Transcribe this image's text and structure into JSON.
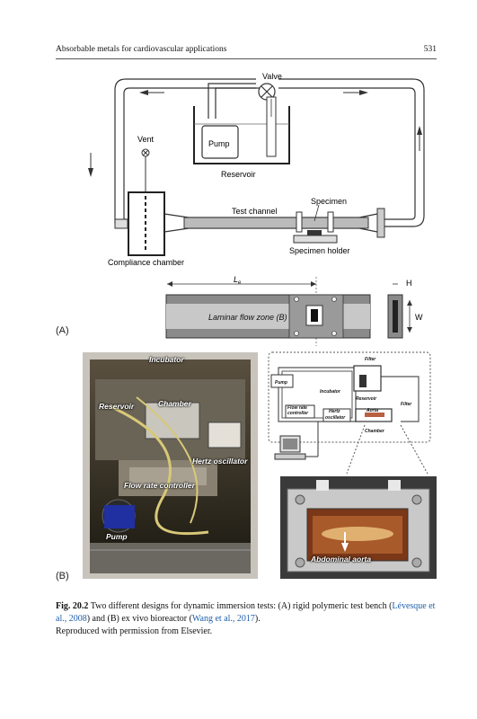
{
  "header": {
    "title": "Absorbable metals for cardiovascular applications",
    "page_number": "531"
  },
  "figure_a": {
    "panel_label": "(A)",
    "labels": {
      "valve": "Valve",
      "vent": "Vent",
      "pump": "Pump",
      "reservoir": "Reservoir",
      "specimen": "Specimen",
      "test_channel": "Test channel",
      "specimen_holder": "Specimen holder",
      "compliance_chamber": "Compliance chamber",
      "le": "L",
      "le_sub": "e",
      "h": "H",
      "w": "W",
      "laminar_flow_zone": "Laminar flow zone (B)"
    }
  },
  "figure_b": {
    "panel_label": "(B)",
    "photo_labels": {
      "incubator": "Incubator",
      "reservoir": "Reservoir",
      "chamber": "Chamber",
      "hertz_oscillator": "Hertz oscillator",
      "flow_rate_controller": "Flow rate controller",
      "pump": "Pump",
      "abdominal_aorta": "Abdominal aorta"
    },
    "schematic_labels": {
      "filter_top": "Filter",
      "filter_right": "Filter",
      "pump": "Pump",
      "incubator": "Incubator",
      "reservoir": "Reservoir",
      "flow_rate_controller_1": "Flow rate",
      "flow_rate_controller_2": "controller",
      "hertz_oscillator_1": "Hertz",
      "hertz_oscillator_2": "oscillator",
      "aorta": "Aorta",
      "chamber": "Chamber"
    }
  },
  "caption": {
    "fig_label": "Fig. 20.2",
    "text_1": "Two different designs for dynamic immersion tests: (A) rigid polymeric test bench (",
    "cite_1": "Lévesque et al., 2008",
    "text_2": ") and (B) ex vivo bioreactor (",
    "cite_2": "Wang et al., 2017",
    "text_3": ").",
    "line_2": "Reproduced with permission from Elsevier."
  }
}
